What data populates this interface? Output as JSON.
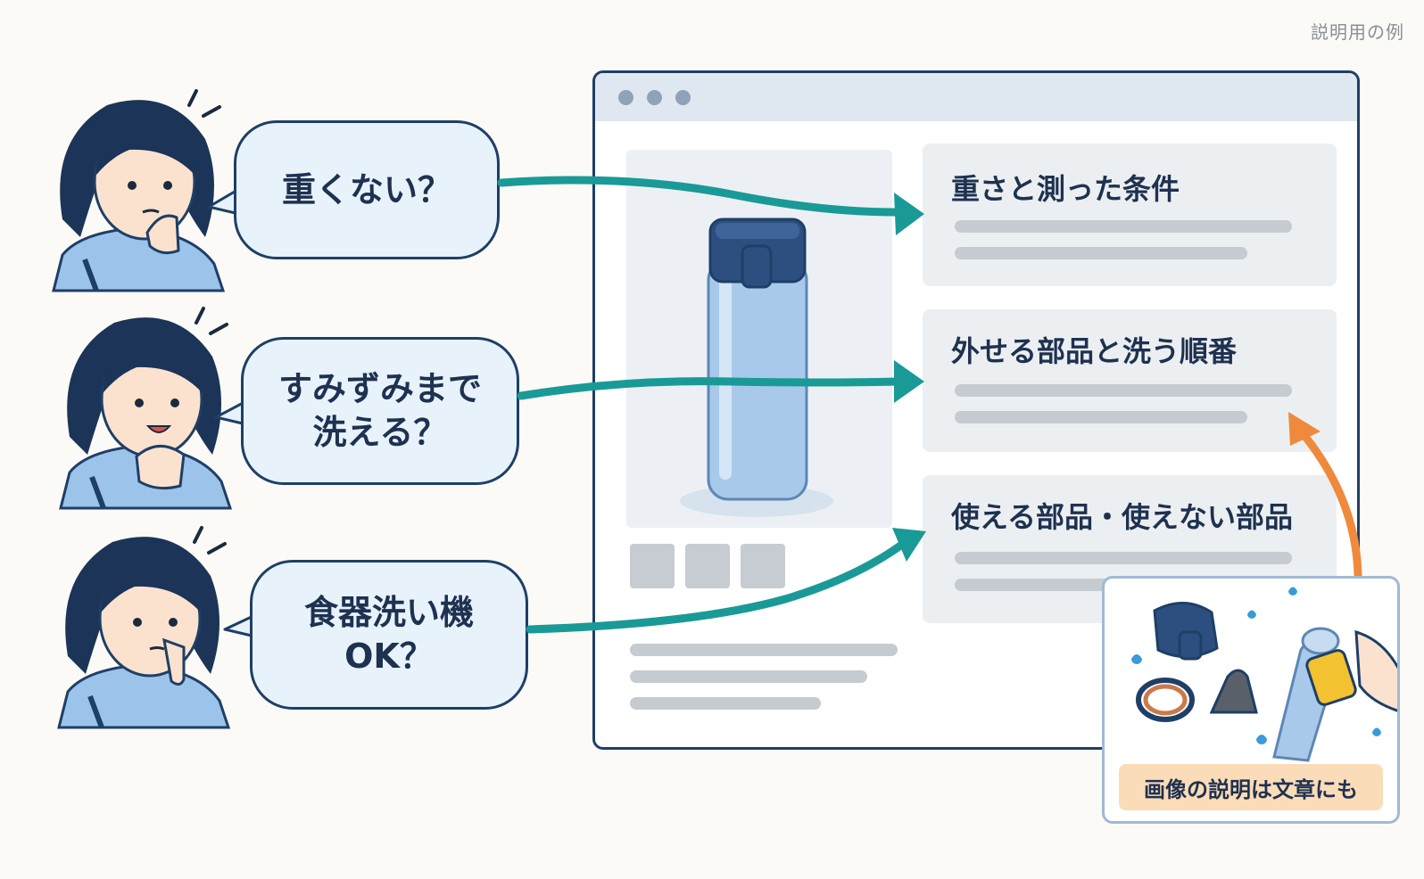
{
  "corner_note": "説明用の例",
  "questions": [
    {
      "text": "重くない？"
    },
    {
      "text": "すみずみまで\n洗える？"
    },
    {
      "text": "食器洗い機\nOK？"
    }
  ],
  "page_sections": [
    {
      "title": "重さと測った条件"
    },
    {
      "title": "外せる部品と洗う順番"
    },
    {
      "title": "使える部品・使えない部品"
    }
  ],
  "inset": {
    "label": "画像の説明は文章にも"
  },
  "colors": {
    "outline": "#1e3f66",
    "bubble_fill": "#e7f2fb",
    "teal_arrow": "#1a9a96",
    "orange_arrow": "#ef8a3c",
    "inset_label_fill": "#fbdcb8"
  }
}
